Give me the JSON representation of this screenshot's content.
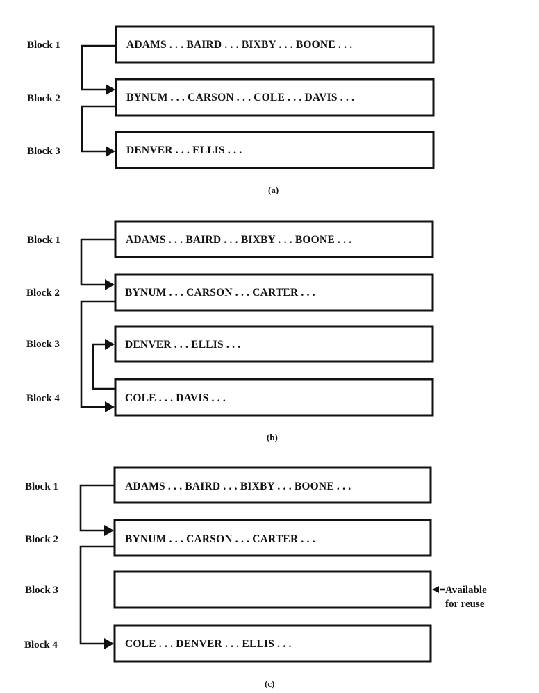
{
  "figures": [
    {
      "caption": "(a)",
      "blocks": [
        {
          "label": "Block 1",
          "content": "ADAMS . . . BAIRD . . . BIXBY . . . BOONE . . ."
        },
        {
          "label": "Block 2",
          "content": "BYNUM . . . CARSON . . . COLE . . . DAVIS . . ."
        },
        {
          "label": "Block 3",
          "content": "DENVER . . . ELLIS . . ."
        }
      ],
      "links": [
        {
          "from": "Block 1",
          "to": "Block 2"
        },
        {
          "from": "Block 2",
          "to": "Block 3"
        }
      ]
    },
    {
      "caption": "(b)",
      "blocks": [
        {
          "label": "Block 1",
          "content": "ADAMS . . . BAIRD . . . BIXBY . . . BOONE . . ."
        },
        {
          "label": "Block 2",
          "content": "BYNUM . . . CARSON . . . CARTER . . ."
        },
        {
          "label": "Block 3",
          "content": "DENVER . . . ELLIS . . ."
        },
        {
          "label": "Block 4",
          "content": "COLE . . . DAVIS . . ."
        }
      ],
      "links": [
        {
          "from": "Block 1",
          "to": "Block 2"
        },
        {
          "from": "Block 2",
          "to": "Block 4"
        },
        {
          "from": "Block 4",
          "to": "Block 3"
        }
      ]
    },
    {
      "caption": "(c)",
      "blocks": [
        {
          "label": "Block 1",
          "content": "ADAMS . . . BAIRD . . . BIXBY . . . BOONE . . ."
        },
        {
          "label": "Block 2",
          "content": "BYNUM . . . CARSON . . . CARTER . . ."
        },
        {
          "label": "Block 3",
          "content": ""
        },
        {
          "label": "Block 4",
          "content": "COLE . . . DENVER . . . ELLIS . . ."
        }
      ],
      "links": [
        {
          "from": "Block 1",
          "to": "Block 2"
        },
        {
          "from": "Block 2",
          "to": "Block 4"
        }
      ],
      "annotation": {
        "target": "Block 3",
        "line1": "Available",
        "line2": "for reuse"
      }
    }
  ]
}
